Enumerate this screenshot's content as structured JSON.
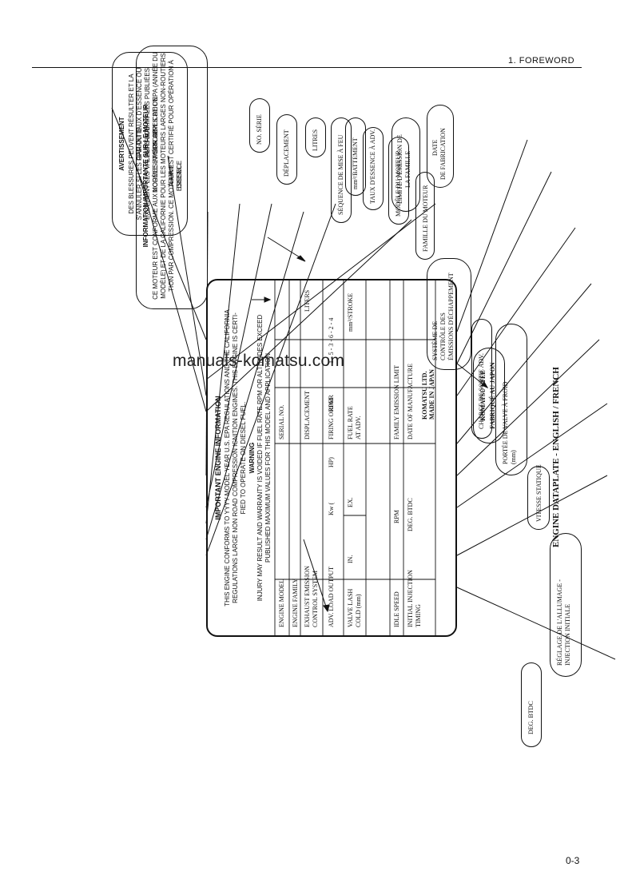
{
  "header": {
    "title": "1.  FOREWORD"
  },
  "footer": {
    "page": "0-3"
  },
  "watermark": "manuals-komatsu.com",
  "caption": "ENGINE DATAPLATE - ENGLISH / FRENCH",
  "plate": {
    "title": "IMPORTANT ENGINE INFORMATION",
    "lines": [
      "THIS ENGINE CONFORMS TO YYYY MODEL YEAR U.S. EPA REGULATIONS AND THE CALIFORNIA",
      "REGULATIONS LARGE NON ROAD COMPRESSION IGNITION ENGINES. THIS ENGINE IS CERTI-",
      "FIED TO OPERATE ON DIESEL FUEL."
    ],
    "warning_title": "WARNING",
    "warning_lines": [
      "INJURY MAY RESULT AND WARRANTY IS VOIDED IF FUEL RATE RPM OR ALTITUDES EXCEED",
      "PUBLISHED MAXIMUM VALUES FOR THIS MODEL AND APPLICATION"
    ],
    "engine_model": "ENGINE MODEL",
    "engine_family": "ENGINE FAMILY",
    "exhaust_1": "EXHAUST EMISSION",
    "exhaust_2": "CONTROL SYSTEM",
    "adv_load": "ADV. LOAD OUTPUT",
    "kw": "Kw (",
    "hp": "HP)",
    "rpm": "RPM",
    "valve_1": "VALVE LASH",
    "valve_2": "COLD (mm)",
    "in": "IN.",
    "ex": "EX.",
    "idle": "IDLE SPEED",
    "rpm2": "RPM",
    "inj_1": "INITIAL INJECTION",
    "inj_2": "TIMING",
    "deg": "DEG. BTDC",
    "serial": "SERIAL NO.",
    "displacement": "DISPLACEMENT",
    "liters": "LITERS",
    "firing": "FIRING ORDER",
    "firing_val": "1 - 5 - 3 - 6 - 2 - 4",
    "fuel_1": "FUEL RATE",
    "fuel_2": "AT ADV.",
    "stroke": "mm³/STROKE",
    "fel": "FAMILY EMISSION LIMIT",
    "dom": "DATE OF MANUFACTURE",
    "mfr_1": "KOMATSU LTD.",
    "mfr_2": "MADE IN JAPAN"
  },
  "callouts": {
    "info_title": "INFORMATION IMPORTANTE SUR LE MOTEUR",
    "info_lines": [
      "CE MOTEUR EST CONFORME AUX NORMES AMÉRICAINES DE L'EPA (ANNÉE DU",
      "MODÈLE) ET DE LA CALIFORNIE POUR LES MOTEURS LARGES NON-ROUTIERS À IGNI-",
      "TION PAR COMPRESSION.  CE MOTEUR EST CERTIFIÉ POUR OPÉRATION À ESSENCE",
      "DIESEL."
    ],
    "avert_title": "AVERTISSEMENT",
    "avert_lines": [
      "DES BLESSURES PEUVENT RÉSULTER ET LA GARANTIE",
      "S'ANNULER SI LES RPM DU TAUX D'ESSENCE OU L'ALTITUDE",
      "EXCÈDENT LES VALEURS MAXIMALES PUBLIÉES POUR CE",
      "MODÈLE ET SON APPLICATION."
    ],
    "komatsu_1": "KOMATSU LTÉE",
    "komatsu_2": "FABRIQUÉ AU JAPON",
    "left": [
      [
        "MODÈLE DU MOTEUR"
      ],
      [
        "FAMILLE DU MOTEUR"
      ],
      [
        "SYSTÈME DE",
        "CONTRÔLE DES",
        "ÉMISSIONS D'ÉCHAPPEMENT"
      ],
      [
        "CHARGE DE SORTIE ADV."
      ],
      [
        "PORTÉE DE VALVE À FROID",
        "(mm)"
      ],
      [
        "VITESSE STATIQUE"
      ],
      [
        "RÉGLAGE DE L'ALLUMAGE -",
        "INJECTION INITIALE"
      ],
      [
        "DEG. BTDC"
      ]
    ],
    "right": [
      [
        "NO. SÉRIE"
      ],
      [
        "DÉPLACEMENT"
      ],
      [
        "LITRES"
      ],
      [
        "SÉQUENCE DE MISE À FEU"
      ],
      [
        "mm³/BATTEMENT"
      ],
      [
        "TAUX D'ESSENCE À ADV."
      ],
      [
        "LIMITE D'ÉMISSION DE",
        "LA FAMILLE"
      ],
      [
        "DATE",
        "DE FABRICATION"
      ]
    ]
  }
}
